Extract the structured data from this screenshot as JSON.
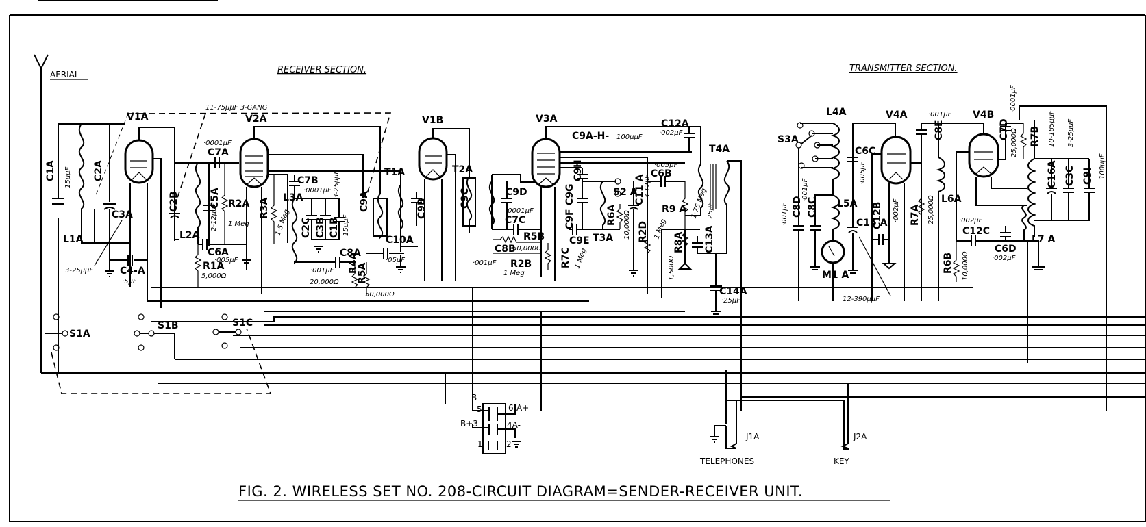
{
  "document": {
    "figure_title": "FIG. 2. WIRELESS SET NO. 208-CIRCUIT DIAGRAM=SENDER-RECEIVER UNIT.",
    "sections": {
      "receiver": "RECEIVER   SECTION.",
      "transmitter": "TRANSMITTER   SECTION."
    },
    "aerial_label": "AERIAL",
    "gang_note": "11-75µµF  3-GANG"
  },
  "valves": [
    "V1A",
    "V2A",
    "V1B",
    "V3A",
    "V4A",
    "V4B"
  ],
  "components": {
    "C1A": {
      "label": "C1A",
      "value": "15µµF"
    },
    "C2A": {
      "label": "C2A"
    },
    "C3A": {
      "label": "C3A",
      "value": "3-25µµF"
    },
    "C4A": {
      "label": "C4-A",
      "value": "·5µF"
    },
    "L1A": {
      "label": "L1A"
    },
    "C2B": {
      "label": "C2B"
    },
    "L2A": {
      "label": "L2A"
    },
    "C5A": {
      "label": "C5A",
      "value": "2-12µµF"
    },
    "C7A": {
      "label": "C7A",
      "value": "·0001µF"
    },
    "R2A": {
      "label": "R2A",
      "value": "1 Meg"
    },
    "C6A": {
      "label": "C6A",
      "value": "·005µF"
    },
    "R1A": {
      "label": "R1A",
      "value": "5,000Ω"
    },
    "R3A": {
      "label": "R3A",
      "value": "1·5 Meg"
    },
    "C7B": {
      "label": "C7B",
      "value": "·0001µF"
    },
    "L3A": {
      "label": "L3A"
    },
    "C2C": {
      "label": "C2C"
    },
    "C3B": {
      "label": "C3B",
      "value": "3-25µµF"
    },
    "C1B": {
      "label": "C1B",
      "value": "15µµF"
    },
    "C8A": {
      "label": "C8A",
      "value": "·001µF"
    },
    "R4A": {
      "label": "R4A",
      "value": "20,000Ω"
    },
    "R5A": {
      "label": "R5A",
      "value": "50,000Ω"
    },
    "C9A": {
      "label": "C9A"
    },
    "T1A": {
      "label": "T1A"
    },
    "C9B": {
      "label": "C9B"
    },
    "C10A": {
      "label": "C10A",
      "value": "·05µF"
    },
    "T2A": {
      "label": "T2A"
    },
    "C9C": {
      "label": "C9C"
    },
    "C9D": {
      "label": "C9D"
    },
    "C7C": {
      "label": "C7C",
      "value": "·0001µF"
    },
    "R5B": {
      "label": "R5B",
      "value": "50,000Ω"
    },
    "C8B": {
      "label": "C8B",
      "value": "·001µF"
    },
    "R2B": {
      "label": "R2B",
      "value": "1 Meg"
    },
    "C9AH": {
      "label": "C9A-H-",
      "value": "100µµF"
    },
    "C9E": {
      "label": "C9E"
    },
    "C9F": {
      "label": "C9F"
    },
    "C9G": {
      "label": "C9G"
    },
    "C9H": {
      "label": "C9H"
    },
    "T3A": {
      "label": "T3A"
    },
    "S2A": {
      "label": "S2 A"
    },
    "R6A": {
      "label": "R6A",
      "value": "10,000Ω"
    },
    "C11A": {
      "label": "C11 A",
      "value": "3-12µF"
    },
    "R7C": {
      "label": "R7C",
      "value": "1 Meg"
    },
    "R2D": {
      "label": "R2D",
      "value": "1 Meg"
    },
    "C6B": {
      "label": "C6B",
      "value": "·005µF"
    },
    "R9A": {
      "label": "R9 A",
      "value": "1·75 Meg"
    },
    "R8A": {
      "label": "R8A",
      "value": "1,500Ω"
    },
    "C12A": {
      "label": "C12A",
      "value": "·002µF"
    },
    "C13A": {
      "label": "C13A",
      "value": "25µF"
    },
    "T4A": {
      "label": "T4A"
    },
    "C14A": {
      "label": "C14A",
      "value": "·25µF"
    },
    "S3A": {
      "label": "S3A"
    },
    "L4A": {
      "label": "L4A"
    },
    "C8D": {
      "label": "C8D",
      "value": "·001µF"
    },
    "C8C": {
      "label": "C8C",
      "value": "·001µF"
    },
    "L5A": {
      "label": "L5A"
    },
    "M1A": {
      "label": "M1 A"
    },
    "C6C": {
      "label": "C6C",
      "value": "·005µF"
    },
    "C15A": {
      "label": "C15 A",
      "value": "12-390µµF"
    },
    "C12B": {
      "label": "C12B",
      "value": "·002µF"
    },
    "R7A": {
      "label": "R7A",
      "value": "25,000Ω"
    },
    "C8E": {
      "label": "C8E",
      "value": "·001µF"
    },
    "L6A": {
      "label": "L6A"
    },
    "C7D": {
      "label": "C7D",
      "value": "·0001µF"
    },
    "R7B": {
      "label": "R7B",
      "value": "25,000Ω"
    },
    "C16A": {
      "label": "C16A",
      "value": "10-185µµF"
    },
    "C3C": {
      "label": "C3C",
      "value": "3-25µµF"
    },
    "C9I": {
      "label": "C9I",
      "value": "100µµF"
    },
    "C12C": {
      "label": "C12C",
      "value": "·002µF"
    },
    "C6D": {
      "label": "C6D",
      "value": "·002µF"
    },
    "R6B": {
      "label": "R6B",
      "value": "10,000Ω"
    },
    "L7A": {
      "label": "L7 A"
    }
  },
  "switches": [
    "S1A",
    "S1B",
    "S1C"
  ],
  "connector": {
    "pins": {
      "p1": "1",
      "p2": "2",
      "p3": "B+3",
      "p4": "4A-",
      "p5": "5",
      "p6": "6",
      "b_minus": "B-",
      "a_plus": "A+"
    }
  },
  "jacks": {
    "J1A": {
      "label": "J1A",
      "caption": "TELEPHONES"
    },
    "J2A": {
      "label": "J2A",
      "caption": "KEY"
    }
  }
}
